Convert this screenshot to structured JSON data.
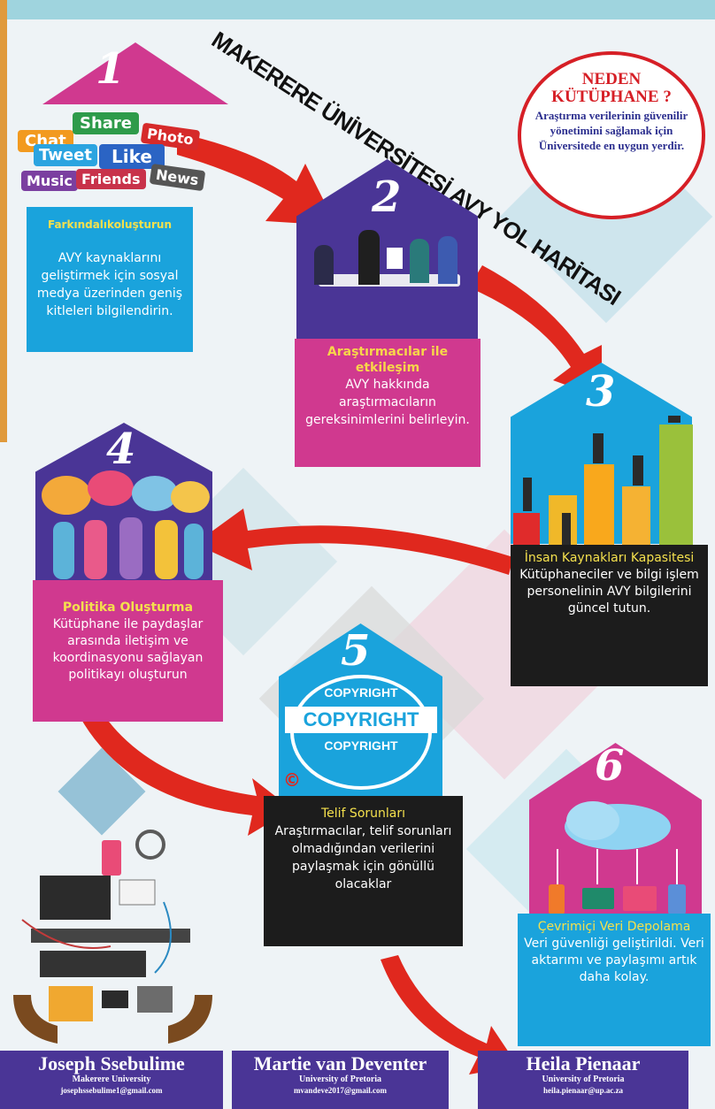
{
  "roadmap_title": "MAKERERE ÜNİVERSİTESİ AVY YOL HARİTASI",
  "why": {
    "heading": "NEDEN KÜTÜPHANE ?",
    "text": "Araştırma verilerinin güvenilir yönetimini sağlamak için Üniversitede en uygun yerdir."
  },
  "steps": [
    {
      "number": "1",
      "title": "Farkındalıkoluşturun",
      "body": "AVY kaynaklarını geliştirmek için sosyal medya üzerinden geniş kitleleri bilgilendirin.",
      "color": "#1aa3dc"
    },
    {
      "number": "2",
      "title": "Araştırmacılar ile etkileşim",
      "body": "AVY hakkında araştırmacıların gereksinimlerini belirleyin.",
      "color": "#d0398f"
    },
    {
      "number": "3",
      "title": "İnsan Kaynakları Kapasitesi",
      "body": "Kütüphaneciler ve bilgi işlem personelinin AVY bilgilerini güncel tutun.",
      "color": "#1c1c1c"
    },
    {
      "number": "4",
      "title": "Politika Oluşturma",
      "body": "Kütüphane ile paydaşlar arasında iletişim ve koordinasyonu sağlayan politikayı oluşturun",
      "color": "#d0398f"
    },
    {
      "number": "5",
      "title": "Telif Sorunları",
      "body": "Araştırmacılar, telif sorunları olmadığından verilerini paylaşmak için gönüllü olacaklar",
      "color": "#1c1c1c"
    },
    {
      "number": "6",
      "title": "Çevrimiçi Veri Depolama",
      "body": "Veri güvenliği geliştirildi. Veri aktarımı ve paylaşımı artık daha kolay.",
      "color": "#1aa3dc"
    }
  ],
  "social_tags": [
    "Chat",
    "Share",
    "Photo",
    "Tweet",
    "Like",
    "Music",
    "Friends",
    "News"
  ],
  "copyright_stamp": {
    "top": "COPYRIGHT",
    "middle": "COPYRIGHT",
    "bottom": "COPYRIGHT",
    "symbol": "©"
  },
  "authors": [
    {
      "name": "Joseph Ssebulime",
      "affiliation": "Makerere University",
      "email": "josephssebulime1@gmail.com"
    },
    {
      "name": "Martie van Deventer",
      "affiliation": "University of Pretoria",
      "email": "mvandeve2017@gmail.com"
    },
    {
      "name": "Heila Pienaar",
      "affiliation": "University of Pretoria",
      "email": "heila.pienaar@up.ac.za"
    }
  ],
  "colors": {
    "house_purple": "#4a3596",
    "house_pink": "#d0398f",
    "house_blue": "#1aa3dc",
    "arrow_red": "#e0281e",
    "footer": "#4a3596"
  }
}
